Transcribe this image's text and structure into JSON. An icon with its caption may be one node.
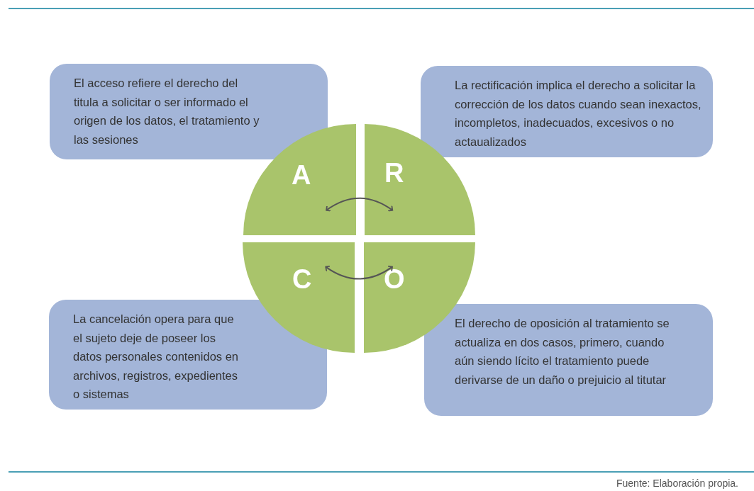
{
  "diagram": {
    "nodes": [
      {
        "text": [
          "El acceso refiere el derecho del titula a solicitar o ser informado el origen de los datos, el tratamiento y las sesiones"
        ]
      },
      {
        "text": [
          "La rectificación implica el derecho a solicitar la corrección de los datos cuando sean inexactos, incompletos, inadecuados, excesivos o no actaualizados"
        ]
      },
      {
        "text": [
          "La cancelación opera para que el sujeto deje de poseer los datos personales contenidos en archivos, registros, expedientes o sistemas"
        ]
      },
      {
        "text": [
          "El derecho de oposición al tratamiento se actualiza en dos casos, primero, cuando aún siendo lícito el tratamiento puede derivarse de un daño o prejuicio al titutar"
        ]
      },
      {
        "text": [
          "A"
        ]
      },
      {
        "text": [
          "R"
        ]
      },
      {
        "text": [
          "C"
        ]
      },
      {
        "text": [
          "O"
        ]
      }
    ],
    "edges": [
      {
        "from": 4,
        "to": 5,
        "arrow": "both"
      },
      {
        "from": 6,
        "to": 7,
        "arrow": "both"
      }
    ],
    "labels": [
      "Fuente: Elaboración propia."
    ]
  }
}
